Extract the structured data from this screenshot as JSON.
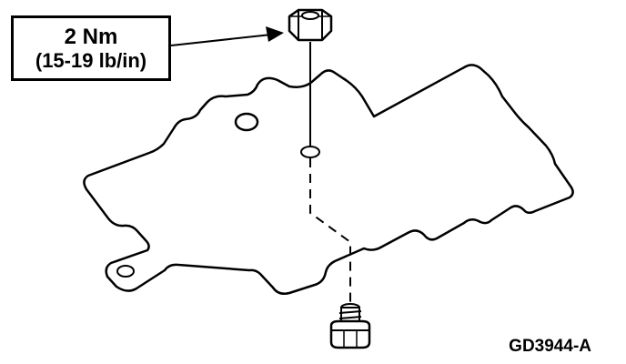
{
  "callout": {
    "torque_metric": "2 Nm",
    "torque_imperial": "(15-19 lb/in)"
  },
  "figure_code": "GD3944-A",
  "colors": {
    "ink": "#000000",
    "background": "#ffffff"
  }
}
